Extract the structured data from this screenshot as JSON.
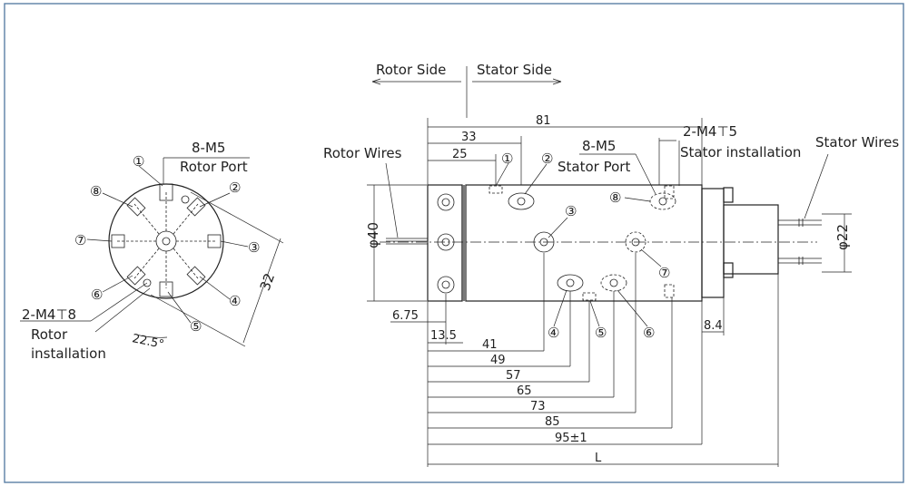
{
  "colors": {
    "frame": "#5b7fa6",
    "ink": "#222222"
  },
  "rotor_view": {
    "port_label": "8-M5",
    "port_sub": "Rotor Port",
    "install_label": "2-M4⊤8",
    "install_sub_1": "Rotor",
    "install_sub_2": "installation",
    "angle_label": "22.5°",
    "radius_dim": "32",
    "port_numbers": [
      "①",
      "②",
      "③",
      "④",
      "⑤",
      "⑥",
      "⑦",
      "⑧"
    ]
  },
  "side_view": {
    "rotor_side": "Rotor Side",
    "stator_side": "Stator Side",
    "rotor_wires": "Rotor Wires",
    "stator_wires": "Stator Wires",
    "port_label": "8-M5",
    "port_sub": "Stator Port",
    "install_label": "2-M4⊤5",
    "install_sub": "Stator installation",
    "dia_body": "φ40",
    "dia_stator": "φ22",
    "port_numbers": [
      "①",
      "②",
      "③",
      "④",
      "⑤",
      "⑥",
      "⑦",
      "⑧"
    ],
    "dims_top": [
      "81",
      "33",
      "25"
    ],
    "dims_bottom": [
      "6.75",
      "13.5",
      "41",
      "49",
      "57",
      "65",
      "73",
      "85",
      "95±1",
      "L"
    ],
    "dim_right": "8.4"
  }
}
